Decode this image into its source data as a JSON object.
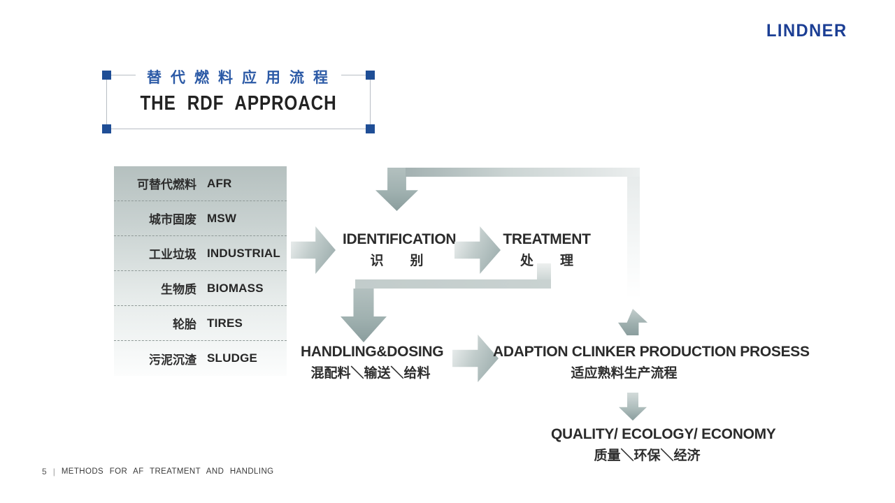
{
  "logo": {
    "text": "LINDNER"
  },
  "title": {
    "zh": "替代燃料应用流程",
    "en": "THE RDF APPROACH"
  },
  "source_table": {
    "rows": [
      {
        "zh": "可替代燃料",
        "en": "AFR"
      },
      {
        "zh": "城市固废",
        "en": "MSW"
      },
      {
        "zh": "工业垃圾",
        "en": "INDUSTRIAL"
      },
      {
        "zh": "生物质",
        "en": "BIOMASS"
      },
      {
        "zh": "轮胎",
        "en": "TIRES"
      },
      {
        "zh": "污泥沉渣",
        "en": "SLUDGE"
      }
    ]
  },
  "flow": {
    "identification": {
      "en": "IDENTIFICATION",
      "zh": "识　　别"
    },
    "treatment": {
      "en": "TREATMENT",
      "zh": "处　　理"
    },
    "handling": {
      "en": "HANDLING&DOSING",
      "zh": "混配料＼输送＼给料"
    },
    "adaption": {
      "en": "ADAPTION CLINKER PRODUCTION PROSESS",
      "zh": "适应熟料生产流程"
    },
    "quality": {
      "en": "QUALITY/ ECOLOGY/ ECONOMY",
      "zh": "质量＼环保＼经济"
    }
  },
  "footer": {
    "page": "5",
    "separator": "|",
    "text": "METHODS  FOR  AF TREATMENT   AND HANDLING"
  },
  "colors": {
    "brand_blue": "#1b3e94",
    "title_blue": "#2c5aa6",
    "square_blue": "#1f4e96",
    "arrow_dark": "#8a9d9d",
    "arrow_light": "#f2f4f4",
    "table_top": "#b5c0bf",
    "text_dark": "#2b2b2b"
  }
}
